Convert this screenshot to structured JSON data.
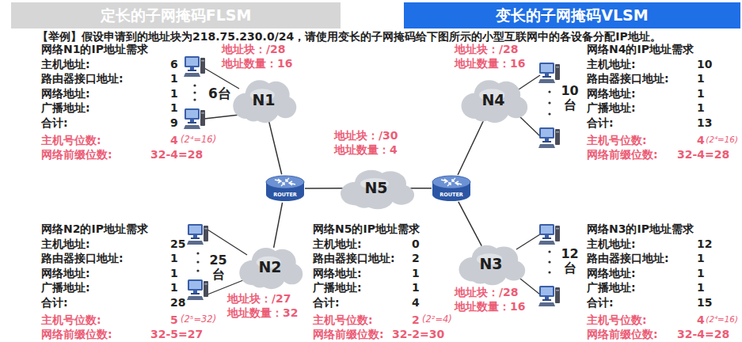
{
  "diagram": {
    "nodes": [
      {
        "text": [
          "定长的子网掩码FLSM"
        ]
      },
      {
        "text": [
          "变长的子网掩码VLSM"
        ]
      },
      {
        "text": [
          "N1"
        ]
      },
      {
        "text": [
          "N4"
        ]
      },
      {
        "text": [
          "ROUTER"
        ]
      },
      {
        "text": [
          "N5"
        ]
      },
      {
        "text": [
          "ROUTER"
        ]
      },
      {
        "text": [
          "N2"
        ]
      },
      {
        "text": [
          "N3"
        ]
      }
    ],
    "edges": [
      {
        "from": 2,
        "to": 4,
        "arrow": "none"
      },
      {
        "from": 7,
        "to": 4,
        "arrow": "none"
      },
      {
        "from": 4,
        "to": 5,
        "arrow": "none"
      },
      {
        "from": 5,
        "to": 6,
        "arrow": "none"
      },
      {
        "from": 6,
        "to": 3,
        "arrow": "none"
      },
      {
        "from": 6,
        "to": 8,
        "arrow": "none"
      }
    ],
    "labels": [
      "【举例】假设申请到的地址块为218.75.230.0/24，请使用变长的子网掩码给下图所示的小型互联网中的各设备分配IP地址。",
      "网络N1的IP地址需求",
      "主机地址:",
      "6",
      "路由器接口地址:",
      "1",
      "网络地址:",
      "1",
      "广播地址:",
      "1",
      "合计:",
      "9",
      "主机号位数:",
      "4",
      "(2⁴=16)",
      "网络前缀位数:",
      "32-4=28",
      "网络N4的IP地址需求",
      "主机地址:",
      "10",
      "路由器接口地址:",
      "1",
      "网络地址:",
      "1",
      "广播地址:",
      "1",
      "合计:",
      "13",
      "主机号位数:",
      "4",
      "(2⁴=16)",
      "网络前缀位数:",
      "32-4=28",
      "网络N2的IP地址需求",
      "主机地址:",
      "25",
      "路由器接口地址:",
      "1",
      "网络地址:",
      "1",
      "广播地址:",
      "1",
      "合计:",
      "28",
      "主机号位数:",
      "5",
      "(2⁵=32)",
      "网络前缀位数:",
      "32-5=27",
      "网络N5的IP地址需求",
      "主机地址:",
      "0",
      "路由器接口地址:",
      "2",
      "网络地址:",
      "1",
      "广播地址:",
      "1",
      "合计:",
      "4",
      "主机号位数:",
      "2",
      "(2²=4)",
      "网络前缀位数:",
      "32-2=30",
      "网络N3的IP地址需求",
      "主机地址:",
      "12",
      "路由器接口地址:",
      "1",
      "网络地址:",
      "1",
      "广播地址:",
      "1",
      "合计:",
      "15",
      "主机号位数:",
      "4",
      "(2⁴=16)",
      "网络前缀位数:",
      "32-4=28",
      "地址块：/28",
      "地址数量：16",
      "地址块：/28",
      "地址数量：16",
      "地址块：/30",
      "地址数量：4",
      "地址块：/27",
      "地址数量：32",
      "地址块：/28",
      "地址数量：16",
      "6台",
      "10 台",
      "25 台",
      "12 台"
    ]
  }
}
